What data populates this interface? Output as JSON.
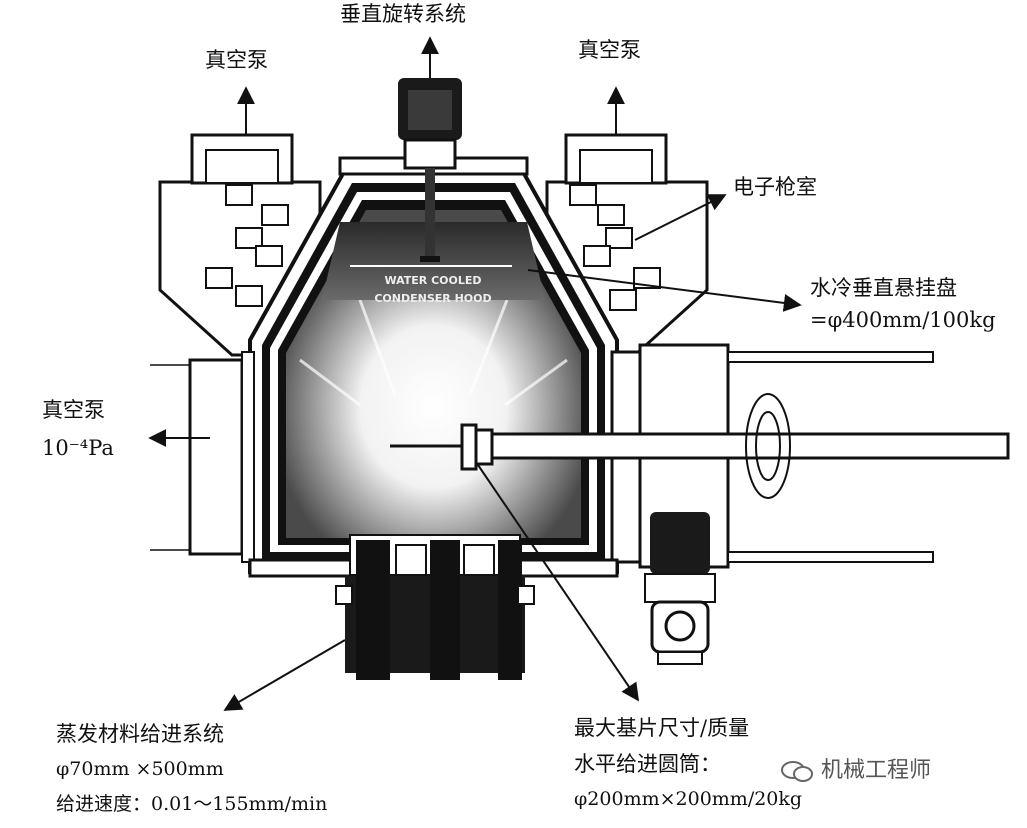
{
  "labels": {
    "vertical_rotation": "垂直旋转系统",
    "vacuum_pump_left": "真空泵",
    "vacuum_pump_right": "真空泵",
    "gun_chamber": "电子枪室",
    "hanging_plate_line1": "水冷垂直悬挂盘",
    "hanging_plate_line2": "=φ400mm/100kg",
    "vacuum_pump_side": "真空泵",
    "vacuum_pressure": "10⁻⁴Pa",
    "feed_line1": "蒸发材料给进系统",
    "feed_line2": "φ70mm ×500mm",
    "feed_line3": "给进速度：0.01～155mm/min",
    "substrate_line1": "最大基片尺寸/质量",
    "substrate_line2": "水平给进圆筒：",
    "substrate_line3": "φ200mm×200mm/20kg",
    "hood_line1": "WATER COOLED",
    "hood_line2": "CONDENSER HOOD",
    "watermark": "机械工程师"
  }
}
